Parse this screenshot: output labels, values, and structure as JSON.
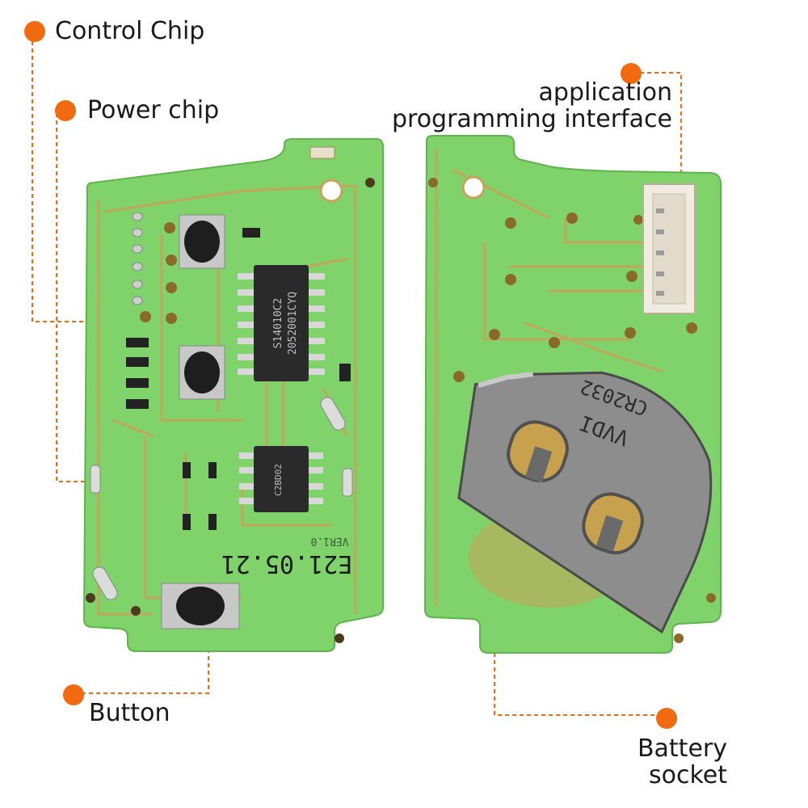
{
  "callouts": {
    "control_chip": "Control Chip",
    "power_chip": "Power chip",
    "api_line1": "application",
    "api_line2": "programming interface",
    "button": "Button",
    "battery_line1": "Battery",
    "battery_line2": "socket"
  },
  "pcb_front": {
    "date_marking": "E21.05.21",
    "version_marking": "VER1.0",
    "main_chip_text_1": "S14010C2",
    "main_chip_text_2": "2052001CYQ",
    "small_chip_text": "C2BD02"
  },
  "pcb_back": {
    "battery_marking": "CR2032",
    "battery_sub_marking": "VVDI"
  },
  "colors": {
    "accent": "#f26a10",
    "pcb_green": "#7fd36a",
    "trace": "#c9a35a",
    "chip": "#2a2a2a",
    "metal": "#8d8d8d"
  }
}
